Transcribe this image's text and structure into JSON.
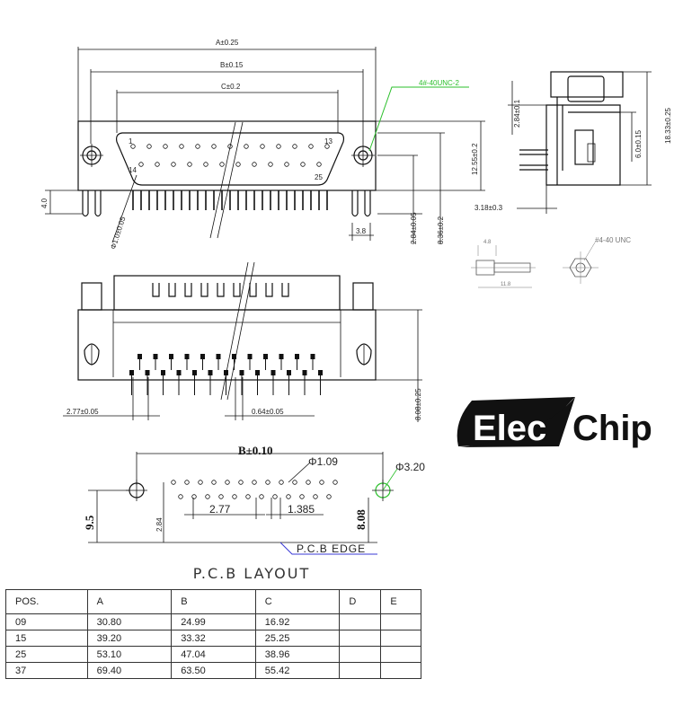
{
  "dims": {
    "a": "A±0.25",
    "b": "B±0.15",
    "c": "C±0.2",
    "thread": "4#-40UNC-2",
    "h284": "2.84±0.1",
    "h1255": "12.55±0.2",
    "h60": "6.0±0.15",
    "h1833": "18.33±0.25",
    "w318": "3.18±0.3",
    "d10": "Φ1.0±0.05",
    "h40": "4.0",
    "w38": "3.8",
    "h284b": "2.84±0.05",
    "h836": "8.36±0.2",
    "w48": "4.8",
    "w118": "11.8",
    "unc": "#4-40 UNC",
    "h808": "8.08±0.25",
    "w277": "2.77±0.05",
    "w064": "0.64±0.05",
    "pcb_b": "B±0.10",
    "pcb_d109": "Φ1.09",
    "pcb_d320": "Φ3.20",
    "pcb_95": "9.5",
    "pcb_284": "2.84",
    "pcb_277": "2.77",
    "pcb_1385": "1.385",
    "pcb_808": "8.08",
    "pcb_edge": "P.C.B EDGE",
    "pin1": "1",
    "pin13": "13",
    "pin14": "14",
    "pin25": "25"
  },
  "logo": {
    "left": "Elec",
    "right": "Chip",
    "colors": {
      "dark": "#111111",
      "light": "#ffffff"
    }
  },
  "pcb_layout_title": "P.C.B LAYOUT",
  "accent_colors": {
    "green": "#2bbf2b",
    "blue": "#3a3ad6"
  },
  "table": {
    "headers": [
      "POS.",
      "A",
      "B",
      "C",
      "D",
      "E"
    ],
    "rows": [
      [
        "09",
        "30.80",
        "24.99",
        "16.92",
        "",
        ""
      ],
      [
        "15",
        "39.20",
        "33.32",
        "25.25",
        "",
        ""
      ],
      [
        "25",
        "53.10",
        "47.04",
        "38.96",
        "",
        ""
      ],
      [
        "37",
        "69.40",
        "63.50",
        "55.42",
        "",
        ""
      ]
    ]
  }
}
